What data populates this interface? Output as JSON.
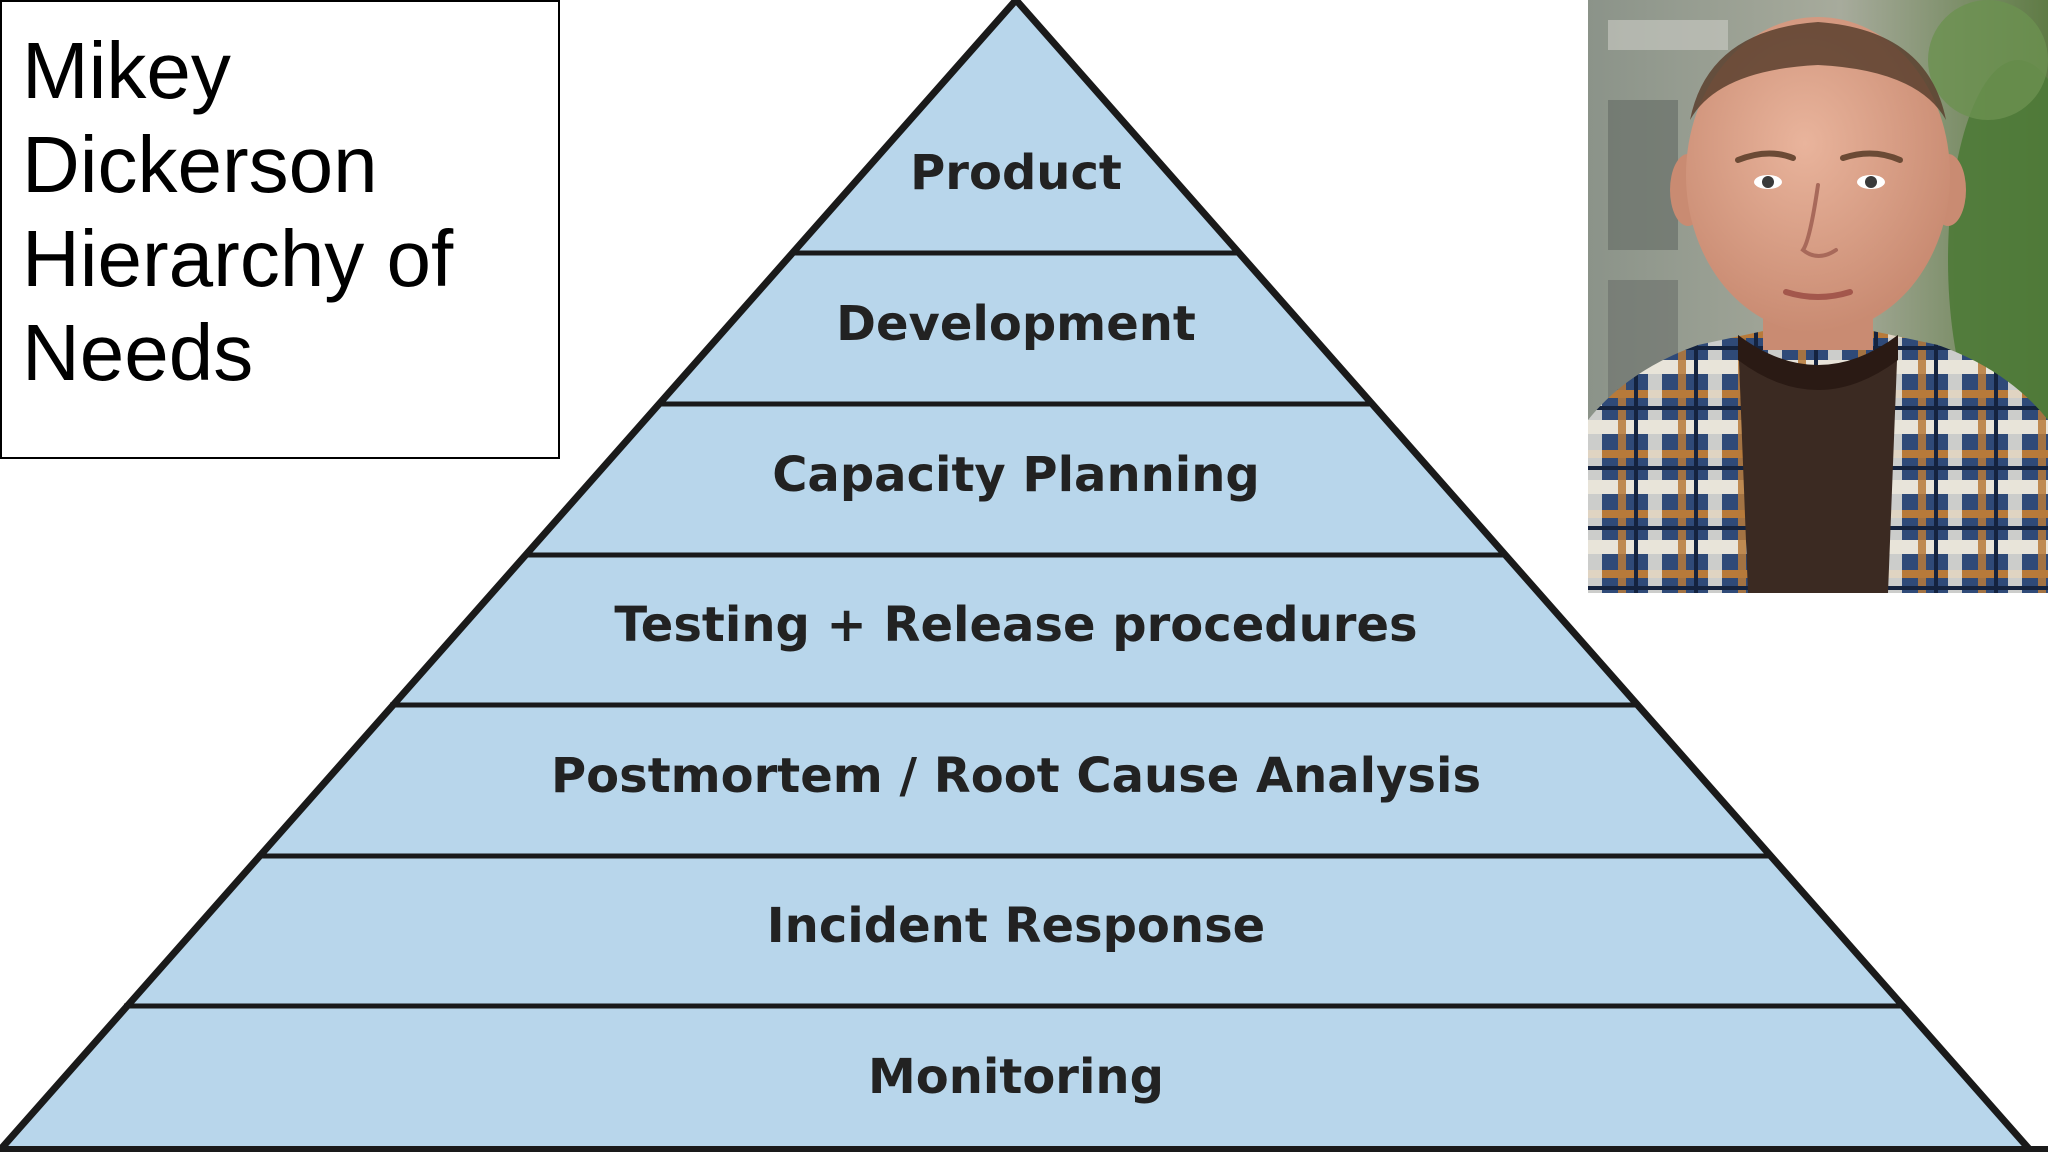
{
  "title": {
    "lines": [
      "Mikey",
      "Dickerson",
      "Hierarchy of",
      "Needs"
    ]
  },
  "pyramid": {
    "levels_top_to_bottom": [
      "Product",
      "Development",
      "Capacity Planning",
      "Testing + Release procedures",
      "Postmortem / Root Cause Analysis",
      "Incident Response",
      "Monitoring"
    ],
    "fill_color": "#b8d6eb",
    "line_color": "#1a1a1a"
  },
  "portrait": {
    "subject": "photo of a man in a plaid shirt"
  }
}
